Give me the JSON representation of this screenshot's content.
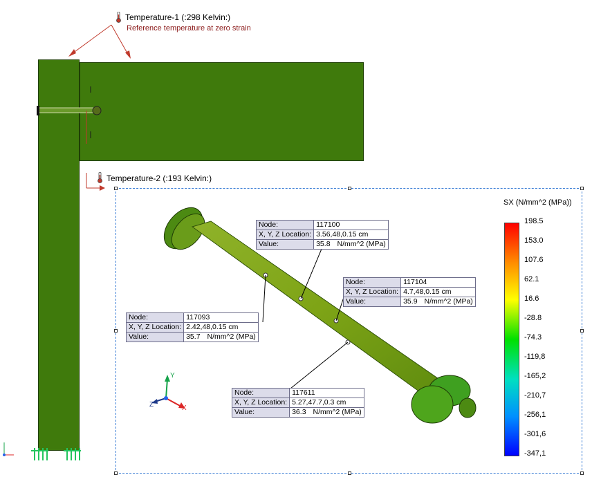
{
  "temperature_1": {
    "label": "Temperature-1 (:298 Kelvin:)",
    "note": "Reference temperature at zero strain"
  },
  "temperature_2": {
    "label": "Temperature-2 (:193 Kelvin:)"
  },
  "probes": [
    {
      "node_key": "Node:",
      "node": "117100",
      "loc_key": "X, Y, Z Location:",
      "loc": "3.56,48,0.15 cm",
      "val_key": "Value:",
      "val": "35.8",
      "unit": "N/mm^2 (MPa)"
    },
    {
      "node_key": "Node:",
      "node": "117104",
      "loc_key": "X, Y, Z Location:",
      "loc": "4.7,48,0.15 cm",
      "val_key": "Value:",
      "val": "35.9",
      "unit": "N/mm^2 (MPa)"
    },
    {
      "node_key": "Node:",
      "node": "117093",
      "loc_key": "X, Y, Z Location:",
      "loc": "2.42,48,0.15 cm",
      "val_key": "Value:",
      "val": "35.7",
      "unit": "N/mm^2 (MPa)"
    },
    {
      "node_key": "Node:",
      "node": "117611",
      "loc_key": "X, Y, Z Location:",
      "loc": "5.27,47.7,0.3 cm",
      "val_key": "Value:",
      "val": "36.3",
      "unit": "N/mm^2 (MPa)"
    }
  ],
  "legend": {
    "title": "SX (N/mm^2 (MPa))",
    "ticks": [
      "198.5",
      "153.0",
      "107.6",
      "62.1",
      "16.6",
      "-28.8",
      "-74.3",
      "-119,8",
      "-165,2",
      "-210,7",
      "-256,1",
      "-301,6",
      "-347,1"
    ]
  },
  "triad": {
    "x": "X",
    "y": "Y",
    "z": "Z"
  },
  "colors": {
    "plate": "#3f7a0c",
    "rod": "#7ea416",
    "callout": "#c0392b",
    "frame": "#3d7fd6"
  }
}
